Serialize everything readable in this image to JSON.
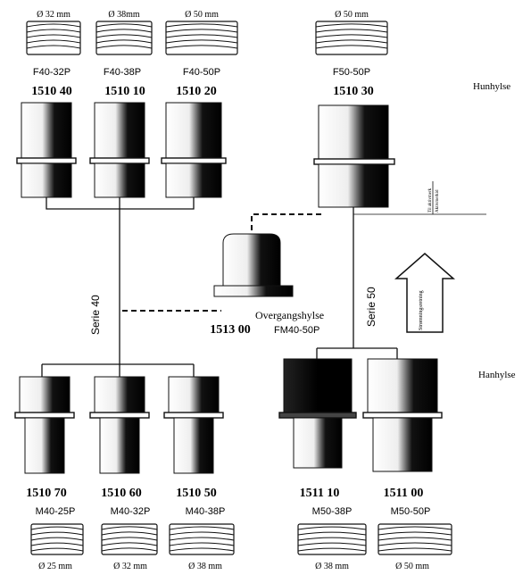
{
  "top_row": [
    {
      "diameter": "Ø 32 mm",
      "model": "F40-32P",
      "part": "1510 40"
    },
    {
      "diameter": "Ø 38mm",
      "model": "F40-38P",
      "part": "1510 10"
    },
    {
      "diameter": "Ø 50 mm",
      "model": "F40-50P",
      "part": "1510 20"
    },
    {
      "diameter": "Ø 50 mm",
      "model": "F50-50P",
      "part": "1510 30"
    }
  ],
  "bottom_row": [
    {
      "diameter": "Ø 25 mm",
      "model": "M40-25P",
      "part": "1510 70"
    },
    {
      "diameter": "Ø 32 mm",
      "model": "M40-32P",
      "part": "1510 60"
    },
    {
      "diameter": "Ø 38 mm",
      "model": "M40-38P",
      "part": "1510 50"
    },
    {
      "diameter": "Ø 38 mm",
      "model": "M50-38P",
      "part": "1511 10"
    },
    {
      "diameter": "Ø 50 mm",
      "model": "M50-50P",
      "part": "1511 00"
    }
  ],
  "labels": {
    "hunhylse": "Hunhylse",
    "hanhylse": "Hanhylse",
    "serie40": "Serie 40",
    "serie50": "Serie 50",
    "overgang": "Overgangshylse",
    "overgang_model": "FM40-50P",
    "overgang_part": "1513 00",
    "small_top": "Til aktivmerk",
    "small_bottom": "Aktivmerkid",
    "arrow_text": "Strømningsretning"
  },
  "colors": {
    "ink": "#111111",
    "paper": "#ffffff"
  }
}
